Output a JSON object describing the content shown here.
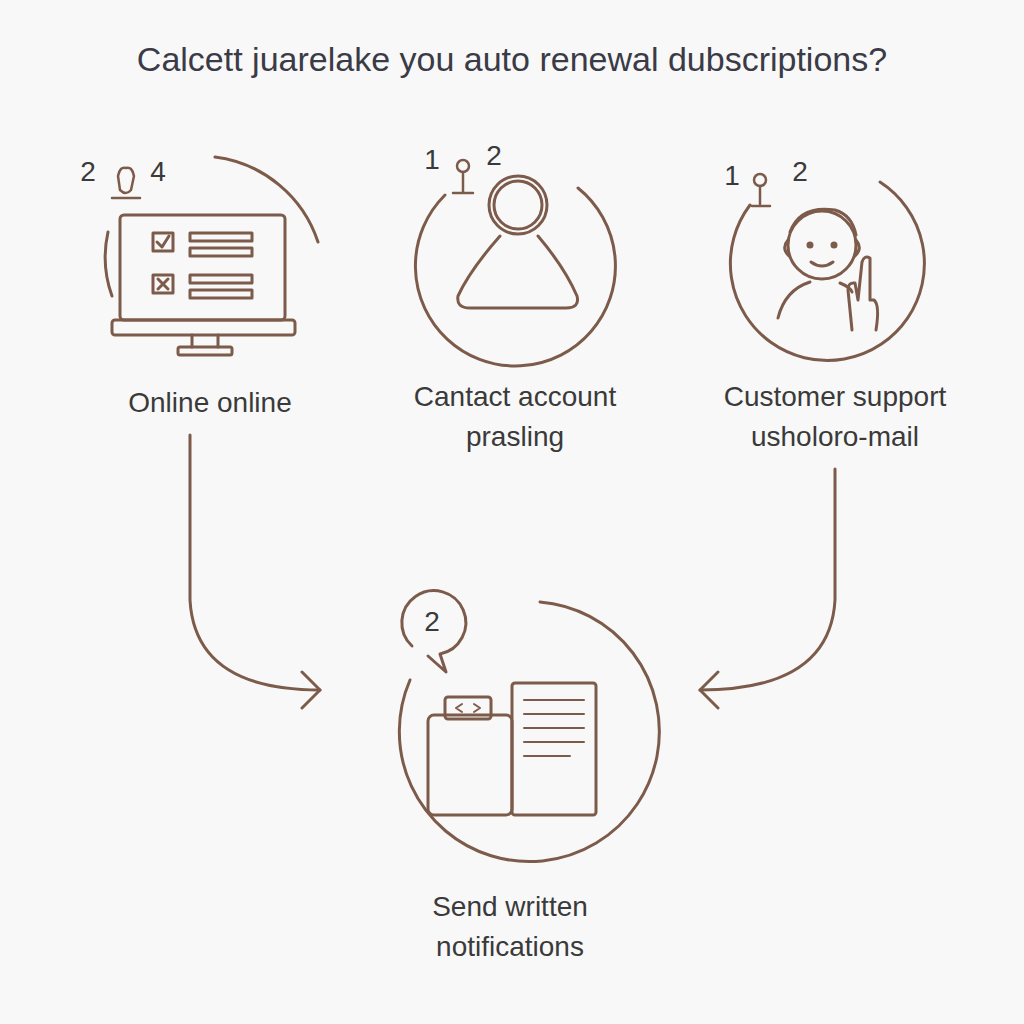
{
  "diagram": {
    "title": "Calcett juarelake you auto renewal dubscriptions?",
    "nodes": [
      {
        "text": [
          "Online online"
        ]
      },
      {
        "text": [
          "Cantact account prasling"
        ]
      },
      {
        "text": [
          "Customer support usholoro-mail"
        ]
      },
      {
        "text": [
          "Send written notifications"
        ]
      }
    ],
    "edges": [
      {
        "from": 0,
        "to": 3,
        "arrow": "to"
      },
      {
        "from": 2,
        "to": 3,
        "arrow": "to"
      }
    ],
    "labels": [
      "2",
      "4",
      "1",
      "2",
      "1",
      "2",
      "2"
    ]
  }
}
